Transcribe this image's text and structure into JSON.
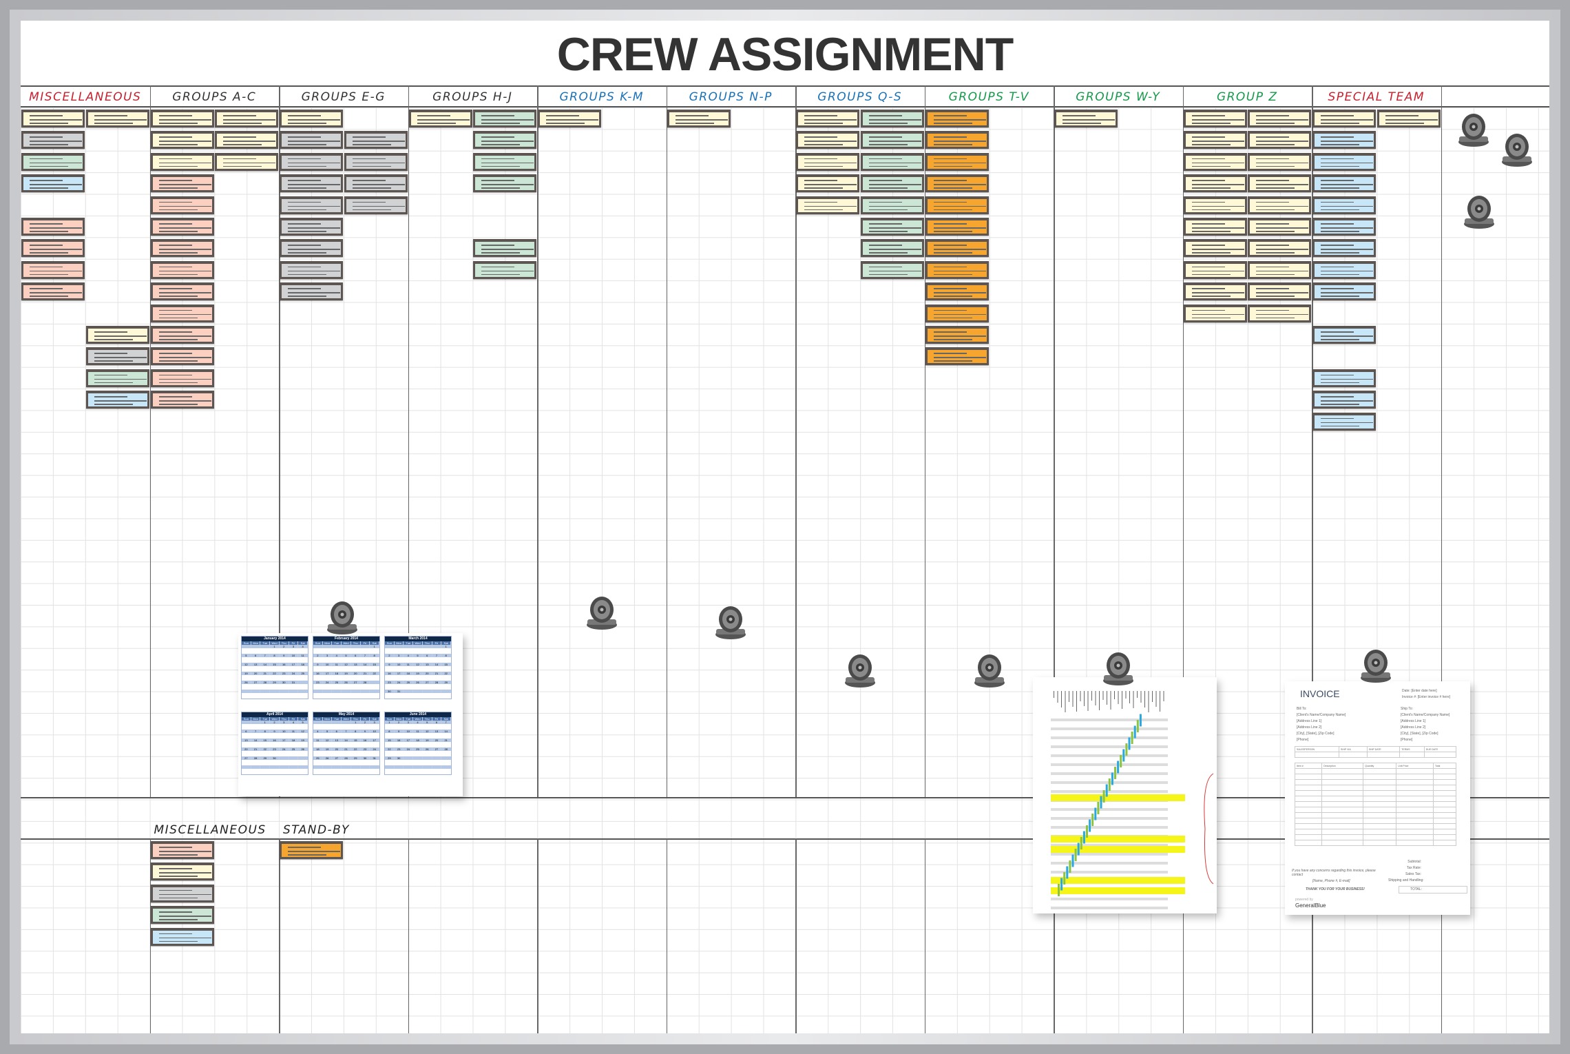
{
  "title": "CREW ASSIGNMENT",
  "colors": {
    "yellow": "#fff8d6",
    "gray": "#d1d2d4",
    "green": "#cbe6d4",
    "blue": "#c7e6f7",
    "salmon": "#fbd0c0",
    "orange": "#f6a52f",
    "head_red": "#c8202f",
    "head_dark": "#333333",
    "head_blue": "#1a72b8",
    "head_green": "#159a4a"
  },
  "columns": [
    {
      "label": "MISCELLANEOUS",
      "color": "head_red",
      "cards": [
        [
          "yellow",
          "gray",
          "green",
          "blue",
          null,
          "salmon",
          "salmon",
          "salmon",
          "salmon"
        ],
        [
          "yellow",
          null,
          null,
          null,
          null,
          null,
          null,
          null,
          null,
          null,
          "yellow",
          "gray",
          "green",
          "blue"
        ]
      ]
    },
    {
      "label": "GROUPS A-C",
      "color": "head_dark",
      "cards": [
        [
          "yellow",
          "yellow",
          "yellow",
          "salmon",
          "salmon",
          "salmon",
          "salmon",
          "salmon",
          "salmon",
          "salmon",
          "salmon",
          "salmon",
          "salmon",
          "salmon"
        ],
        [
          "yellow",
          "yellow",
          "yellow"
        ]
      ]
    },
    {
      "label": "GROUPS E-G",
      "color": "head_dark",
      "cards": [
        [
          "yellow",
          "gray",
          "gray",
          "gray",
          "gray",
          "gray",
          "gray",
          "gray",
          "gray"
        ],
        [
          null,
          "gray",
          "gray",
          "gray",
          "gray"
        ]
      ]
    },
    {
      "label": "GROUPS H-J",
      "color": "head_dark",
      "cards": [
        [
          "yellow"
        ],
        [
          "green",
          "green",
          "green",
          "green",
          null,
          null,
          "green",
          "green"
        ]
      ]
    },
    {
      "label": "GROUPS K-M",
      "color": "head_blue",
      "cards": [
        [
          "yellow"
        ],
        []
      ]
    },
    {
      "label": "GROUPS N-P",
      "color": "head_blue",
      "cards": [
        [
          "yellow"
        ],
        []
      ]
    },
    {
      "label": "GROUPS Q-S",
      "color": "head_blue",
      "cards": [
        [
          "yellow",
          "yellow",
          "yellow",
          "yellow",
          "yellow"
        ],
        [
          "green",
          "green",
          "green",
          "green",
          "green",
          "green",
          "green",
          "green"
        ]
      ]
    },
    {
      "label": "GROUPS T-V",
      "color": "head_green",
      "cards": [
        [
          "orange",
          "orange",
          "orange",
          "orange",
          "orange",
          "orange",
          "orange",
          "orange",
          "orange",
          "orange",
          "orange",
          "orange"
        ],
        []
      ]
    },
    {
      "label": "GROUPS W-Y",
      "color": "head_green",
      "cards": [
        [
          "yellow"
        ],
        []
      ]
    },
    {
      "label": "GROUP Z",
      "color": "head_green",
      "cards": [
        [
          "yellow",
          "yellow",
          "yellow",
          "yellow",
          "yellow",
          "yellow",
          "yellow",
          "yellow",
          "yellow",
          "yellow"
        ],
        [
          "yellow",
          "yellow",
          "yellow",
          "yellow",
          "yellow",
          "yellow",
          "yellow",
          "yellow",
          "yellow",
          "yellow"
        ]
      ]
    },
    {
      "label": "SPECIAL TEAM",
      "color": "head_red",
      "cards": [
        [
          "yellow",
          "blue",
          "blue",
          "blue",
          "blue",
          "blue",
          "blue",
          "blue",
          "blue",
          null,
          "blue",
          null,
          "blue",
          "blue",
          "blue"
        ],
        [
          "yellow"
        ]
      ]
    }
  ],
  "lower_sections": [
    {
      "label": "MISCELLANEOUS",
      "cards": [
        "salmon",
        "yellow",
        "gray",
        "green",
        "blue"
      ]
    },
    {
      "label": "STAND-BY",
      "cards": [
        "orange"
      ]
    }
  ],
  "calendar": {
    "weekdays": [
      "Sun",
      "Mon",
      "Tue",
      "Wed",
      "Thu",
      "Fri",
      "Sat"
    ],
    "months": [
      {
        "name": "January 2014",
        "start": 3,
        "days": 31
      },
      {
        "name": "February 2014",
        "start": 6,
        "days": 28
      },
      {
        "name": "March 2014",
        "start": 6,
        "days": 31
      },
      {
        "name": "April 2014",
        "start": 2,
        "days": 30
      },
      {
        "name": "May 2014",
        "start": 4,
        "days": 31
      },
      {
        "name": "June 2014",
        "start": 0,
        "days": 30
      }
    ]
  },
  "invoice": {
    "title": "INVOICE",
    "date_label": "Date:",
    "date_value": "[Enter date here]",
    "invoice_label": "Invoice #:",
    "invoice_value": "[Enter invoice # here]",
    "bill_to": [
      "Bill To:",
      "[Client's Name/Company Name]",
      "[Address Line 1]",
      "[Address Line 2]",
      "[City], [State], [Zip Code]",
      "[Phone]"
    ],
    "ship_to": [
      "Ship To:",
      "[Client's Name/Company Name]",
      "[Address Line 1]",
      "[Address Line 2]",
      "[City], [State], [Zip Code]",
      "[Phone]"
    ],
    "order_headers": [
      "SALESPERSON",
      "SHIP VIA",
      "SHIP DATE",
      "TERMS",
      "DUE DATE"
    ],
    "item_headers": [
      "Item #",
      "Description",
      "Quantity",
      "Unit Price",
      "Total"
    ],
    "totals": [
      "Subtotal:",
      "Tax Rate:",
      "Sales Tax:",
      "Shipping and Handling:"
    ],
    "total_label": "TOTAL:",
    "contact_note": "If you have any concerns regarding this invoice, please contact",
    "contact_details": "[Name, Phone #, E-mail]",
    "thanks": "THANK YOU FOR YOUR BUSINESS!",
    "powered_by": "powered by",
    "brand": "GeneralBlue"
  }
}
